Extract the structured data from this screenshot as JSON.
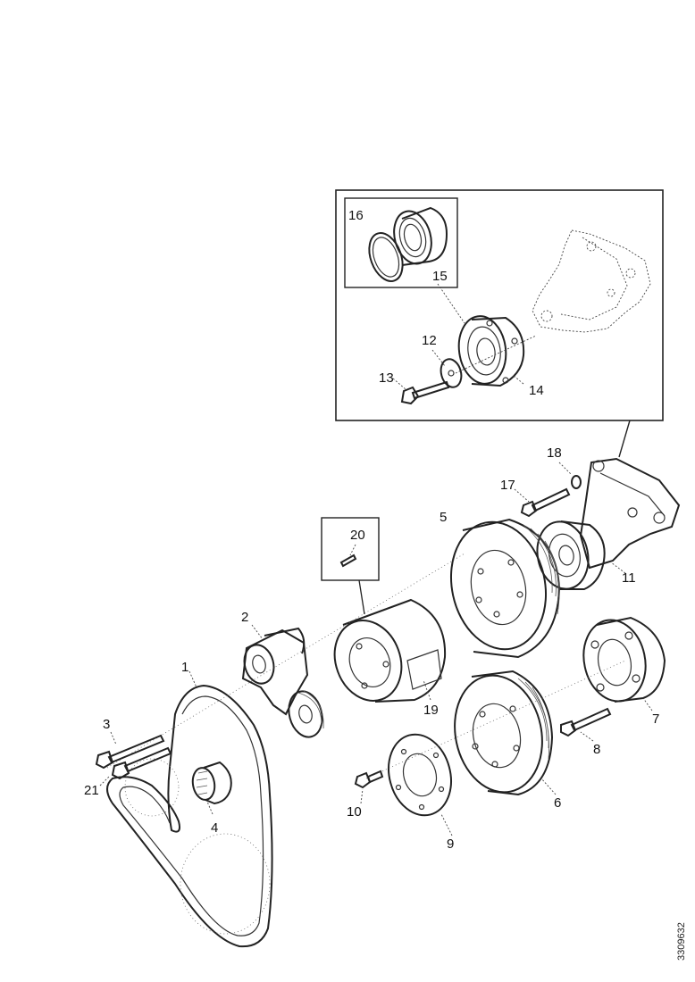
{
  "callouts": {
    "c1": "1",
    "c2": "2",
    "c3": "3",
    "c4": "4",
    "c5": "5",
    "c6": "6",
    "c7": "7",
    "c8": "8",
    "c9": "9",
    "c10": "10",
    "c11": "11",
    "c12": "12",
    "c13": "13",
    "c14": "14",
    "c15": "15",
    "c16": "16",
    "c17": "17",
    "c18": "18",
    "c19": "19",
    "c20": "20",
    "c21": "21"
  },
  "figure_ref": "3309632",
  "parts": [
    "belt",
    "belt-tensioner",
    "tensioner-bolt",
    "idler-pulley",
    "crankshaft-pulley",
    "vibration-damper",
    "hub",
    "hub-bolt",
    "washer-plate",
    "plate-screw",
    "bracket",
    "thrust-washer",
    "washer-bolt",
    "pulley-housing",
    "bearing",
    "snap-ring",
    "bracket-bolt",
    "bracket-washer",
    "drive-hub",
    "hub-screw",
    "idler-bolt"
  ]
}
